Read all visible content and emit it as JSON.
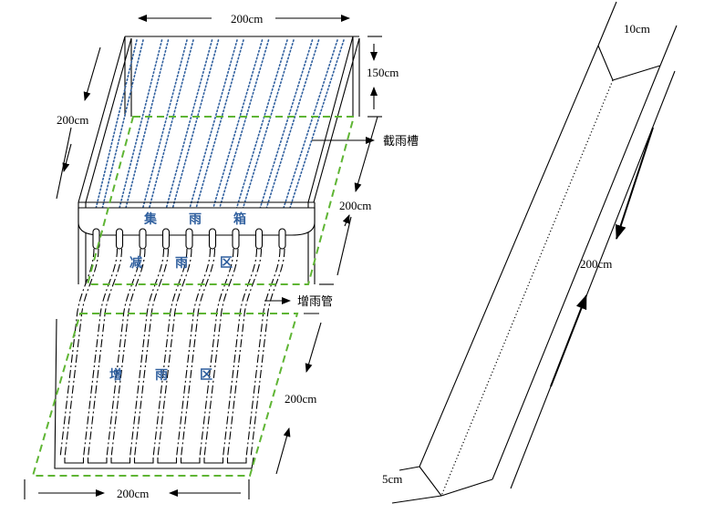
{
  "labels": {
    "top_width": "200cm",
    "left_depth": "200cm",
    "height": "150cm",
    "gutter": "截雨槽",
    "reduce_len": "200cm",
    "add_pipe": "增雨管",
    "add_len": "200cm",
    "bottom_width": "200cm",
    "trough_width_top": "10cm",
    "trough_len": "200cm",
    "trough_width_bottom": "5cm"
  },
  "zones": {
    "collect": [
      "集",
      "雨",
      "箱"
    ],
    "reduce": [
      "减",
      "雨",
      "区"
    ],
    "add": [
      "增",
      "雨",
      "区"
    ]
  },
  "colors": {
    "zone_text": "#2f5f9e",
    "gutter_dots": "#2f5f9e",
    "plot_boundary": "#5fb534"
  }
}
